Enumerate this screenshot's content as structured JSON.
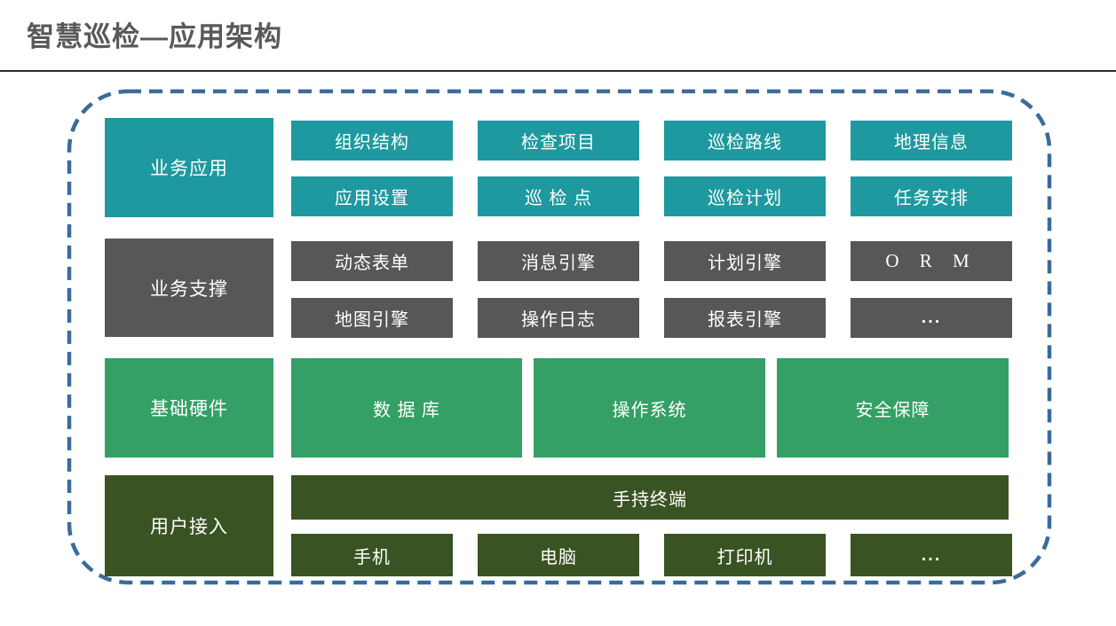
{
  "page": {
    "title": "智慧巡检—应用架构"
  },
  "colors": {
    "teal": "#1E999F",
    "gray": "#575757",
    "green": "#34A066",
    "dark_green": "#3A5323",
    "border_blue": "#3A6B9B",
    "title_gray": "#595959",
    "separator_navy": "#1F3044"
  },
  "diagram": {
    "rows": [
      {
        "label": "业务应用",
        "color_key": "teal",
        "cells": [
          [
            "组织结构",
            "检查项目",
            "巡检路线",
            "地理信息"
          ],
          [
            "应用设置",
            "巡 检 点",
            "巡检计划",
            "任务安排"
          ]
        ]
      },
      {
        "label": "业务支撑",
        "color_key": "gray",
        "cells": [
          [
            "动态表单",
            "消息引擎",
            "计划引擎",
            "O R M"
          ],
          [
            "地图引擎",
            "操作日志",
            "报表引擎",
            "..."
          ]
        ]
      },
      {
        "label": "基础硬件",
        "color_key": "green",
        "cells": [
          [
            "数 据 库",
            "操作系统",
            "安全保障"
          ]
        ]
      },
      {
        "label": "用户接入",
        "color_key": "dark_green",
        "wide_cell": "手持终端",
        "cells": [
          [
            "手机",
            "电脑",
            "打印机",
            "..."
          ]
        ]
      }
    ]
  }
}
